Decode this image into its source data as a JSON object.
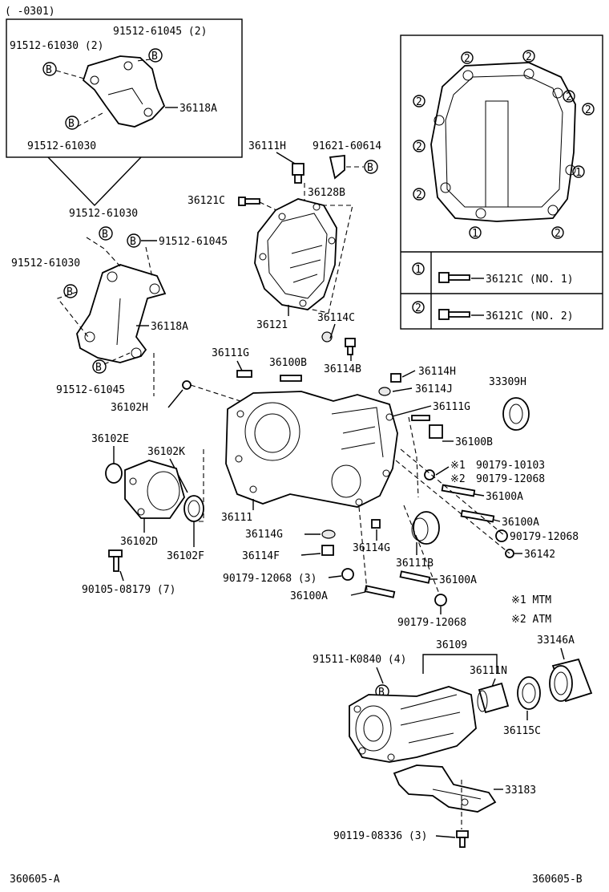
{
  "header": {
    "date_range": "(    -0301)"
  },
  "footer": {
    "left_code": "360605-A",
    "right_code": "360605-B"
  },
  "markers": {
    "b": "B",
    "n1": "1",
    "n2": "2",
    "mtm_mark": "※1",
    "atm_mark": "※2"
  },
  "legend": {
    "mtm_label": "※1  MTM",
    "atm_label": "※2  ATM",
    "no1_label": "36121C (NO. 1)",
    "no2_label": "36121C (NO. 2)"
  },
  "labels": {
    "p91512_61045_2": "91512-61045 (2)",
    "p91512_61030_2": "91512-61030 (2)",
    "p36118A_top": "36118A",
    "p91512_61030_top": "91512-61030",
    "p36111H": "36111H",
    "p91621_60614": "91621-60614",
    "p36121C": "36121C",
    "p36128B": "36128B",
    "p91512_61030_mid": "91512-61030",
    "p91512_61045_mid": "91512-61045",
    "p91512_61030_left": "91512-61030",
    "p36118A": "36118A",
    "p91512_61045_low": "91512-61045",
    "p36121": "36121",
    "p36114C": "36114C",
    "p36111G": "36111G",
    "p36100B": "36100B",
    "p36114B": "36114B",
    "p36114H": "36114H",
    "p33309H": "33309H",
    "p36114J": "36114J",
    "p36102H": "36102H",
    "p36111G_r": "36111G",
    "p36102E": "36102E",
    "p36102K": "36102K",
    "p36100B_r": "36100B",
    "p90179_10103": "90179-10103",
    "p90179_12068_a": "90179-12068",
    "p36100A_1": "36100A",
    "p36111": "36111",
    "p36100A_2": "36100A",
    "p36102D": "36102D",
    "p36114G_l": "36114G",
    "p90179_12068_b": "90179-12068",
    "p36102F": "36102F",
    "p36114F": "36114F",
    "p36114G_r": "36114G",
    "p36142": "36142",
    "p36111B": "36111B",
    "p90179_12068_3": "90179-12068 (3)",
    "p36100A_3": "36100A",
    "p90105_08179": "90105-08179 (7)",
    "p36100A_4": "36100A",
    "p90179_12068_c": "90179-12068",
    "p36109": "36109",
    "p33146A": "33146A",
    "p91511_K0840": "91511-K0840 (4)",
    "p36111N": "36111N",
    "p36115C": "36115C",
    "p33183": "33183",
    "p90119_08336": "90119-08336 (3)"
  }
}
